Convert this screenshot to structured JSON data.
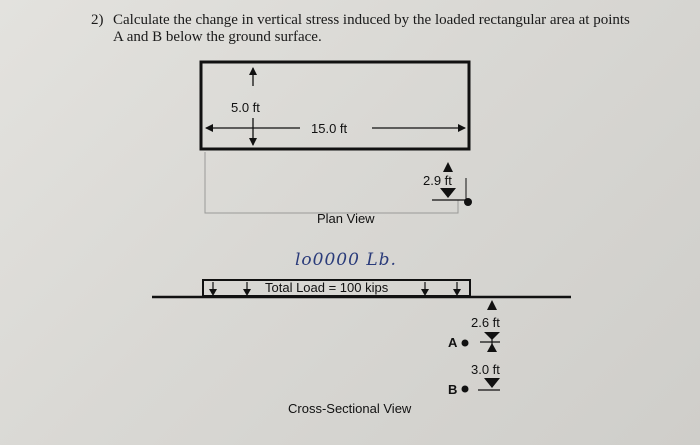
{
  "question": {
    "number": "2)",
    "line1": "Calculate the change in vertical stress induced by the loaded rectangular area at points",
    "line2": "A and B below the ground surface."
  },
  "plan_view": {
    "width_label": "5.0 ft",
    "length_label": "15.0 ft",
    "offset_label": "2.9 ft",
    "caption": "Plan View"
  },
  "handwritten_note": "lo0000 Lb.",
  "cross_section": {
    "load_label": "Total Load = 100 kips",
    "depth_a_label": "2.6 ft",
    "depth_b_label": "3.0 ft",
    "point_a": "A",
    "point_b": "B",
    "caption": "Cross-Sectional View"
  }
}
